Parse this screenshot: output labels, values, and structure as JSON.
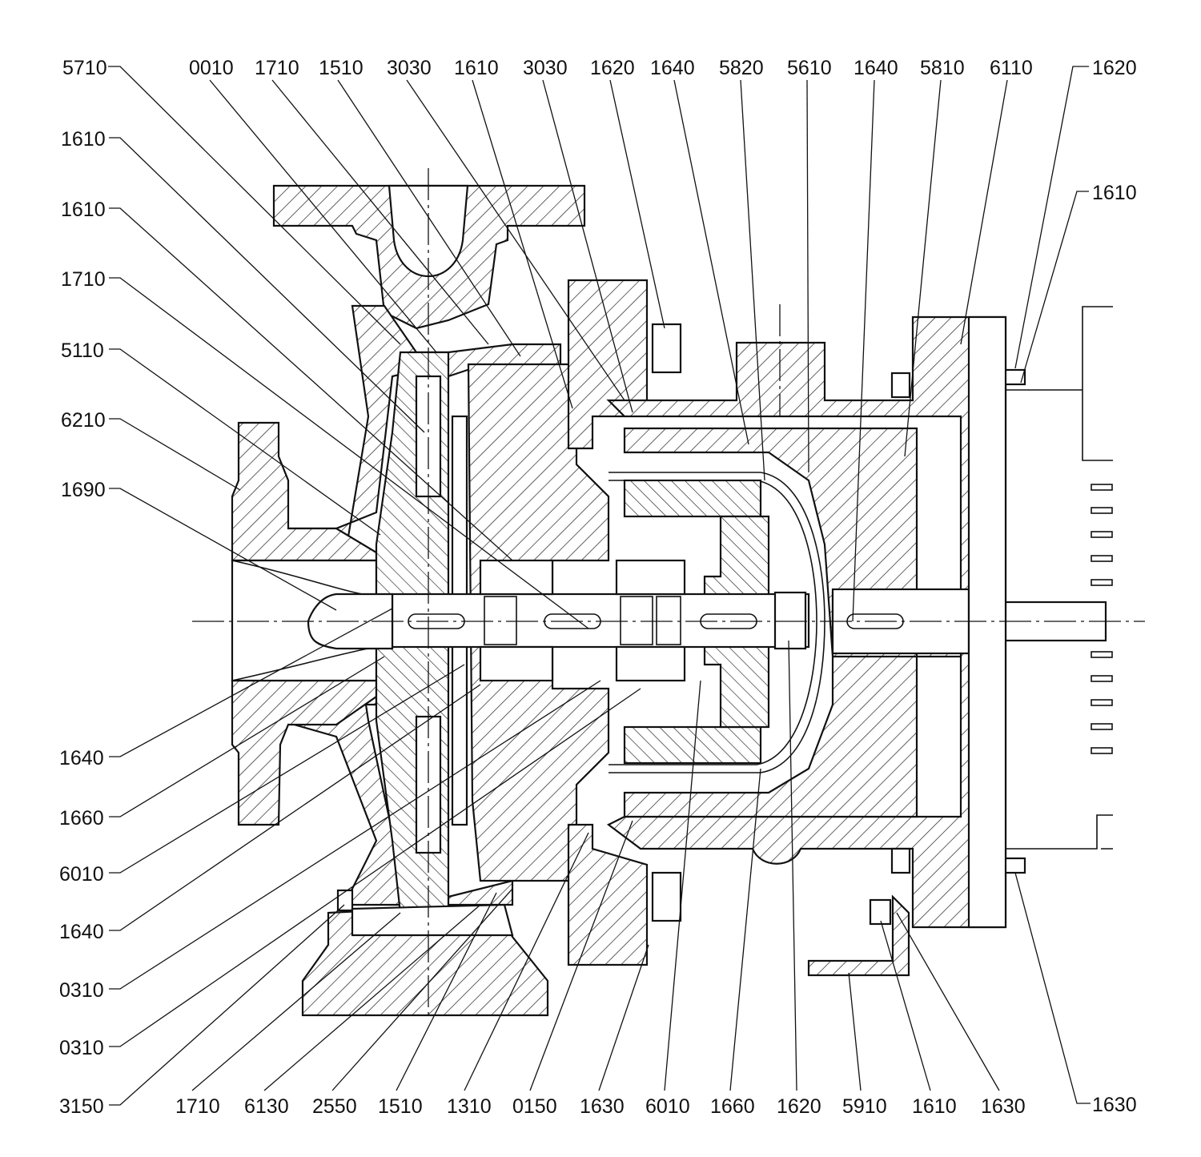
{
  "labels": {
    "top": [
      "5710",
      "0010",
      "1710",
      "1510",
      "3030",
      "1610",
      "3030",
      "1620",
      "1640",
      "5820",
      "5610",
      "1640",
      "5810",
      "6110",
      "1620"
    ],
    "left": [
      "1610",
      "1610",
      "1710",
      "5110",
      "6210",
      "1690",
      "1640",
      "1660",
      "6010",
      "1640",
      "0310",
      "0310",
      "3150"
    ],
    "bottom": [
      "1710",
      "6130",
      "2550",
      "1510",
      "1310",
      "0150",
      "1630",
      "6010",
      "1660",
      "1620",
      "5910",
      "1610",
      "1630"
    ],
    "right": [
      "1610",
      "1630"
    ]
  }
}
